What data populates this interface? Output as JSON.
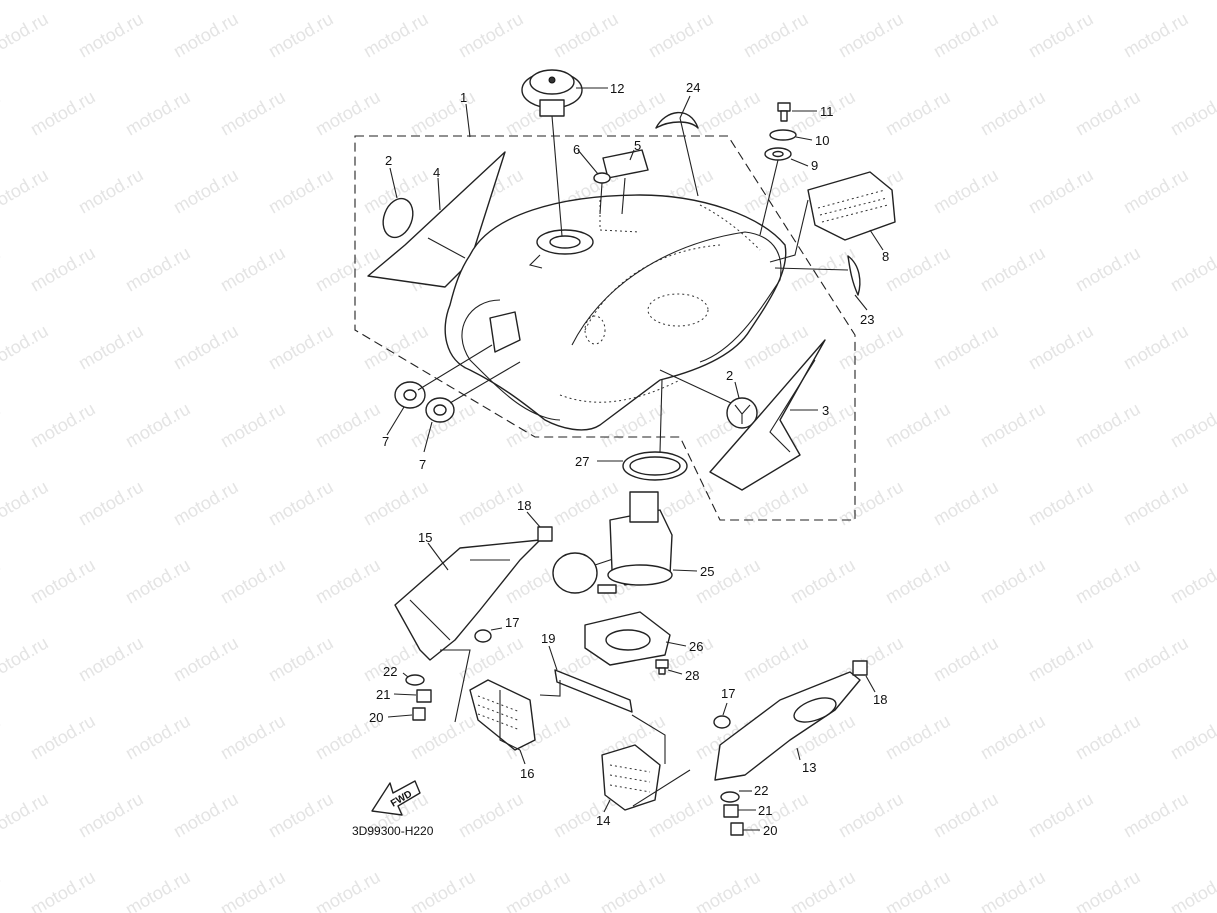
{
  "watermark": {
    "text": "motod.ru",
    "color": "#e4e4e4"
  },
  "diagram_code": "3D99300-H220",
  "fwd_label": "FWD",
  "callouts": {
    "c1": "1",
    "c2a": "2",
    "c2b": "2",
    "c3": "3",
    "c4": "4",
    "c5": "5",
    "c6": "6",
    "c7a": "7",
    "c7b": "7",
    "c8": "8",
    "c9": "9",
    "c10": "10",
    "c11": "11",
    "c12": "12",
    "c13": "13",
    "c14": "14",
    "c15": "15",
    "c16": "16",
    "c17a": "17",
    "c17b": "17",
    "c18a": "18",
    "c18b": "18",
    "c19": "19",
    "c20a": "20",
    "c20b": "20",
    "c21a": "21",
    "c21b": "21",
    "c22a": "22",
    "c22b": "22",
    "c23": "23",
    "c24": "24",
    "c25": "25",
    "c26": "26",
    "c27": "27",
    "c28": "28"
  }
}
